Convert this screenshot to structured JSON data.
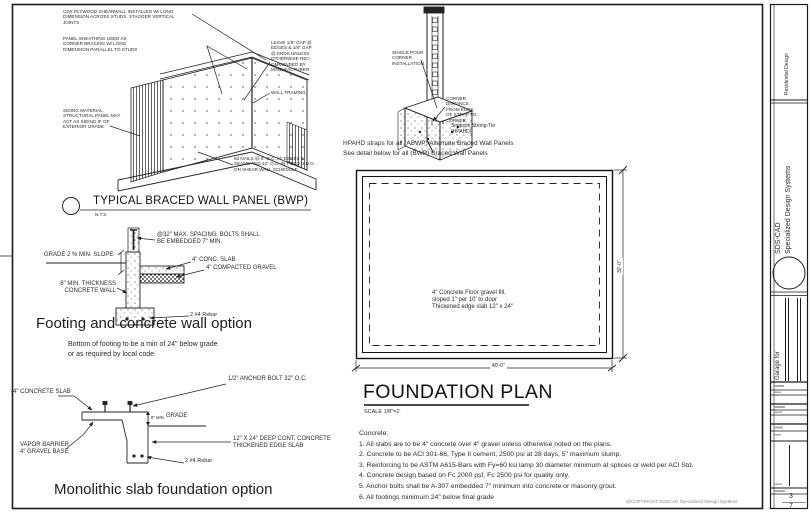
{
  "bwp": {
    "title": "TYPICAL BRACED WALL PANEL (BWP)",
    "scale": "N.T.S.",
    "ann_plywood": "CDX PLYWOOD SHEARWALL INSTALLED W/ LONG DIMENSION ACROSS STUDS. STAGGER VERTICAL JOINTS",
    "ann_sheathing": "PANEL SHEATHING USED AS CORNER BRACING W/ LONG DIMENSION PARALLEL TO STUDS",
    "ann_siding": "SIDING MATERIAL, STRUCTURAL PANEL MAY ACT AS SIDING IF OF EXTERIOR GRADE",
    "ann_gap": "LEAVE 1/8\" GAP @ EDGES & 1/8\" GAP @ ENDS UNLESS OTHERWISE REC- OMMENDED BY MANUFACTURER",
    "ann_framing": "WALL FRAMING",
    "ann_nails": "8d NAILS @ 6\" O.C. AT EDGES & SEAMS AND 12\" O.C. IN FIELD U.N.O. ON SHEAR WALL SCHEDULE"
  },
  "hpahd": {
    "ann_single_pour": "SINGLE POUR CORNER INSTALLATION",
    "ann_corner_distance": "CORNER DISTANCE FROM EDGE OF STRAP TO CORNER",
    "caption_line1": "Simpson Strong-Tie",
    "caption_line2": "(HPAHD)",
    "note_line1": "HPAHD straps for all (ABWP) Alternate Braced Wall Panels",
    "note_line2": "See detail below for all (BWP) Braced Wall Panels"
  },
  "plan": {
    "title": "FOUNDATION PLAN",
    "scale_label": "SCALE 1/8\"=1'",
    "interior1": "4\" Concrete Floor gravel fill,",
    "interior2": "sloped 1\" per 10' to door",
    "interior3": "Thickened edge slab 12\" x 24\"",
    "dim_width": "40'-0\"",
    "dim_height": "30'-0\""
  },
  "notes": {
    "heading": "Concrete:",
    "items": [
      "1.  All slabs are to be 4\" concrete over 4\" gravel unless otherwise noted on the plans.",
      "2.  Concrete to be ACI 301-66, Type II cement, 2500 psi at 28 days, 5\" maximum slump.",
      "3.  Reinforcing to be ASTM  A615-Bars with Fy=60 ksi lamp 30 diameter minimum at splices or weld per ACI Std.",
      "4.  Concrete design based on Fc 2000 psf, Fc 2500 psi for quality only.",
      "5.  Anchor bolts shall be A-307 embedded 7\" minimum into concrete or masonry grout.",
      "6.  All footings minimum 24\" below final grade"
    ]
  },
  "footing": {
    "title": "Footing and concrete wall option",
    "ann_bolts": "@32\" MAX. SPACING. BOLTS SHALL BE EMBEDDED 7\" MIN.",
    "ann_grade": "GRADE 2 % MIN. SLOPE",
    "ann_slab": "4\" CONC. SLAB",
    "ann_gravel": "4\" COMPACTED GRAVEL",
    "ann_wall": "8\" MIN. THICKNESS CONCRETE WALL",
    "ann_rebar": "2 #4 Rebar",
    "note_line1": "Bottom of footing to be a min of 24\" below grade",
    "note_line2": "or as required by local code"
  },
  "mono": {
    "title": "Monolithic slab foundation option",
    "ann_anchor": "1/2\" ANCHOR BOLT 32\" O.C.",
    "ann_slab": "4\" CONCRETE SLAB",
    "ann_grade": "GRADE",
    "ann_min8": "8\" MIN.",
    "vapor1": "VAPOR BARRIER",
    "vapor2": "4\" GRAVEL BASE",
    "edge1": "12\" X 24\" DEEP CONT. CONCRETE",
    "edge2": "THICKENED EDGE SLAB",
    "ann_rebar": "2 #4 Rebar"
  },
  "tb": {
    "residential": "Residential Design",
    "company1": "SDS-CAD",
    "company2": "Specialized Design Systems",
    "project": "Garage for",
    "sheet_no": "3",
    "sheet_of": "7",
    "copyright": "@COPYRIGHT SDSCAD Specialized Design Systems"
  }
}
